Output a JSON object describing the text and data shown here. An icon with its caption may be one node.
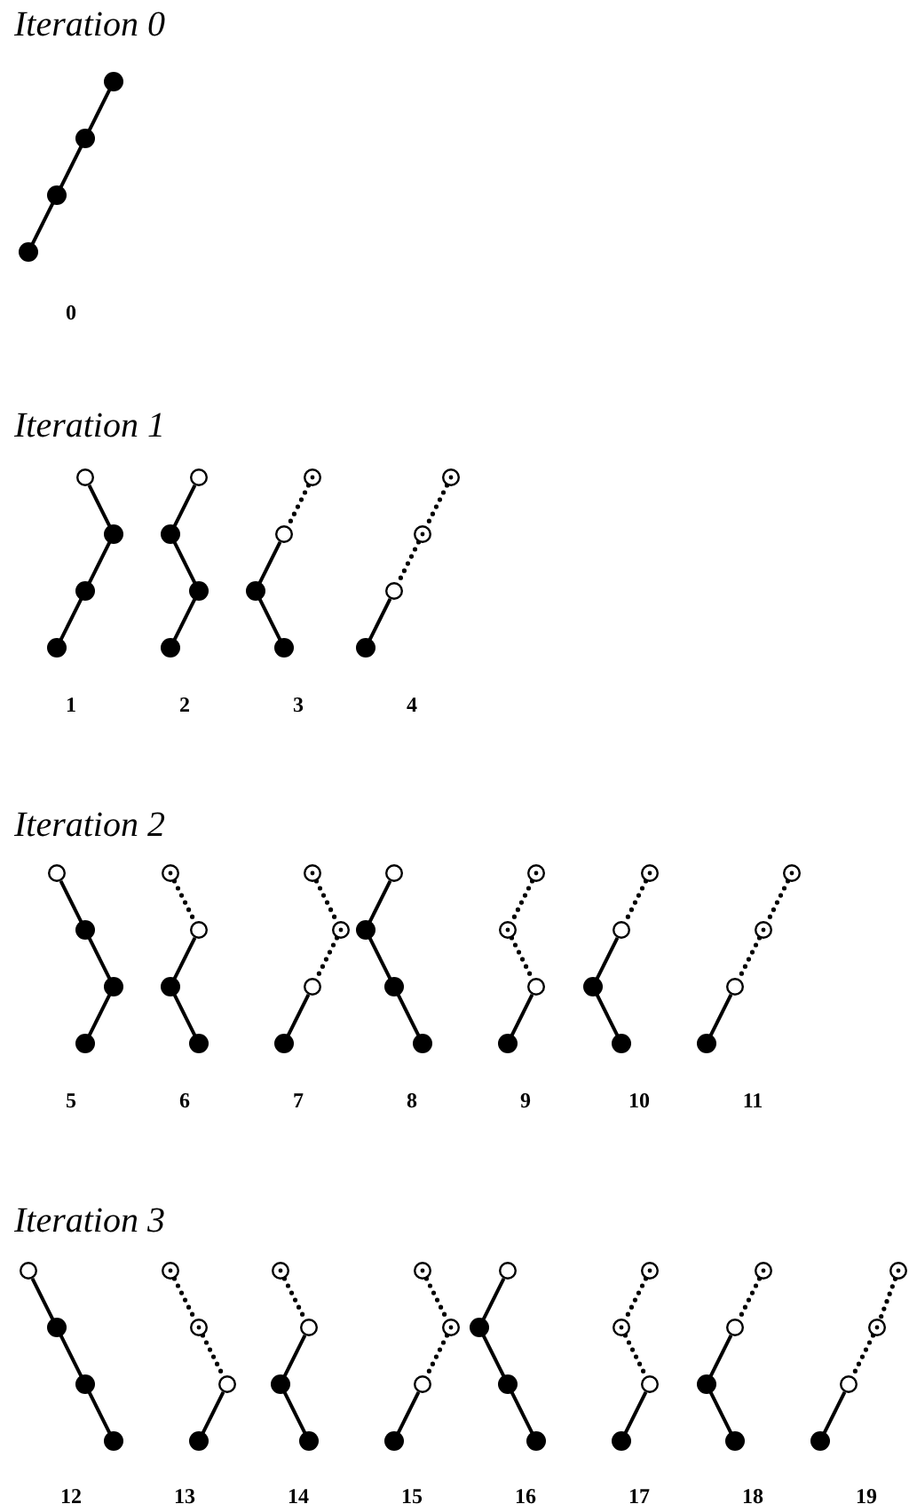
{
  "diagram": {
    "nodes": [
      {
        "text": [],
        "shape": "circle"
      },
      {
        "text": [],
        "shape": "circle"
      },
      {
        "text": [],
        "shape": "circle"
      },
      {
        "text": [],
        "shape": "circle"
      },
      {
        "text": [],
        "shape": "circle"
      },
      {
        "text": [],
        "shape": "circle"
      },
      {
        "text": [],
        "shape": "circle"
      },
      {
        "text": [],
        "shape": "circle"
      },
      {
        "text": [],
        "shape": "circle"
      },
      {
        "text": [],
        "shape": "circle"
      },
      {
        "text": [],
        "shape": "circle"
      },
      {
        "text": [],
        "shape": "circle"
      },
      {
        "text": [],
        "shape": "circle"
      },
      {
        "text": [],
        "shape": "circle"
      },
      {
        "text": [],
        "shape": "circle"
      },
      {
        "text": [],
        "shape": "circle"
      },
      {
        "text": [],
        "shape": "circle"
      },
      {
        "text": [],
        "shape": "circle"
      },
      {
        "text": [],
        "shape": "circle"
      },
      {
        "text": [],
        "shape": "circle"
      },
      {
        "text": [],
        "shape": "circle"
      },
      {
        "text": [],
        "shape": "circle"
      },
      {
        "text": [],
        "shape": "circle"
      },
      {
        "text": [],
        "shape": "circle"
      },
      {
        "text": [],
        "shape": "circle"
      },
      {
        "text": [],
        "shape": "circle"
      },
      {
        "text": [],
        "shape": "circle"
      },
      {
        "text": [],
        "shape": "circle"
      },
      {
        "text": [],
        "shape": "circle"
      },
      {
        "text": [],
        "shape": "circle"
      },
      {
        "text": [],
        "shape": "circle"
      },
      {
        "text": [],
        "shape": "circle"
      },
      {
        "text": [],
        "shape": "circle"
      },
      {
        "text": [],
        "shape": "circle"
      },
      {
        "text": [],
        "shape": "circle"
      },
      {
        "text": [],
        "shape": "circle"
      },
      {
        "text": [],
        "shape": "circle"
      },
      {
        "text": [],
        "shape": "circle"
      },
      {
        "text": [],
        "shape": "circle"
      },
      {
        "text": [],
        "shape": "circle"
      },
      {
        "text": [],
        "shape": "circle"
      },
      {
        "text": [],
        "shape": "circle"
      },
      {
        "text": [],
        "shape": "circle"
      },
      {
        "text": [],
        "shape": "circle"
      },
      {
        "text": [],
        "shape": "circle"
      },
      {
        "text": [],
        "shape": "circle"
      },
      {
        "text": [],
        "shape": "circle"
      },
      {
        "text": [],
        "shape": "circle"
      },
      {
        "text": [],
        "shape": "circle"
      },
      {
        "text": [],
        "shape": "circle"
      },
      {
        "text": [],
        "shape": "circle"
      },
      {
        "text": [],
        "shape": "circle"
      },
      {
        "text": [],
        "shape": "circle"
      },
      {
        "text": [],
        "shape": "circle"
      },
      {
        "text": [],
        "shape": "circle"
      },
      {
        "text": [],
        "shape": "circle"
      },
      {
        "text": [],
        "shape": "circle"
      },
      {
        "text": [],
        "shape": "circle"
      },
      {
        "text": [],
        "shape": "circle"
      },
      {
        "text": [],
        "shape": "circle"
      },
      {
        "text": [],
        "shape": "circle"
      },
      {
        "text": [],
        "shape": "circle"
      },
      {
        "text": [],
        "shape": "circle"
      },
      {
        "text": [],
        "shape": "circle"
      },
      {
        "text": [],
        "shape": "circle"
      },
      {
        "text": [],
        "shape": "circle"
      },
      {
        "text": [],
        "shape": "circle"
      },
      {
        "text": [],
        "shape": "circle"
      },
      {
        "text": [],
        "shape": "circle"
      },
      {
        "text": [],
        "shape": "circle"
      },
      {
        "text": [],
        "shape": "circle"
      },
      {
        "text": [],
        "shape": "circle"
      },
      {
        "text": [],
        "shape": "circle"
      },
      {
        "text": [],
        "shape": "circle"
      },
      {
        "text": [],
        "shape": "circle"
      },
      {
        "text": [],
        "shape": "circle"
      },
      {
        "text": [],
        "shape": "circle"
      },
      {
        "text": [],
        "shape": "circle"
      },
      {
        "text": [],
        "shape": "circle"
      },
      {
        "text": [],
        "shape": "circle"
      }
    ],
    "edges": [
      {
        "from": 0,
        "to": 1,
        "arrow": "none"
      },
      {
        "from": 1,
        "to": 2,
        "arrow": "none"
      },
      {
        "from": 2,
        "to": 3,
        "arrow": "none"
      },
      {
        "from": 4,
        "to": 5,
        "arrow": "none"
      },
      {
        "from": 5,
        "to": 6,
        "arrow": "none"
      },
      {
        "from": 6,
        "to": 7,
        "arrow": "none"
      },
      {
        "from": 8,
        "to": 9,
        "arrow": "none"
      },
      {
        "from": 9,
        "to": 10,
        "arrow": "none"
      },
      {
        "from": 10,
        "to": 11,
        "arrow": "none"
      },
      {
        "from": 12,
        "to": 13,
        "arrow": "none",
        "style": "dashed"
      },
      {
        "from": 13,
        "to": 14,
        "arrow": "none"
      },
      {
        "from": 14,
        "to": 15,
        "arrow": "none"
      },
      {
        "from": 16,
        "to": 17,
        "arrow": "none",
        "style": "dashed"
      },
      {
        "from": 17,
        "to": 18,
        "arrow": "none",
        "style": "dashed"
      },
      {
        "from": 18,
        "to": 19,
        "arrow": "none"
      },
      {
        "from": 20,
        "to": 21,
        "arrow": "none"
      },
      {
        "from": 21,
        "to": 22,
        "arrow": "none"
      },
      {
        "from": 22,
        "to": 23,
        "arrow": "none"
      },
      {
        "from": 24,
        "to": 25,
        "arrow": "none",
        "style": "dashed"
      },
      {
        "from": 25,
        "to": 26,
        "arrow": "none"
      },
      {
        "from": 26,
        "to": 27,
        "arrow": "none"
      },
      {
        "from": 28,
        "to": 29,
        "arrow": "none",
        "style": "dashed"
      },
      {
        "from": 29,
        "to": 30,
        "arrow": "none",
        "style": "dashed"
      },
      {
        "from": 30,
        "to": 31,
        "arrow": "none"
      },
      {
        "from": 32,
        "to": 33,
        "arrow": "none"
      },
      {
        "from": 33,
        "to": 34,
        "arrow": "none"
      },
      {
        "from": 34,
        "to": 35,
        "arrow": "none"
      },
      {
        "from": 36,
        "to": 37,
        "arrow": "none",
        "style": "dashed"
      },
      {
        "from": 37,
        "to": 38,
        "arrow": "none",
        "style": "dashed"
      },
      {
        "from": 38,
        "to": 39,
        "arrow": "none"
      },
      {
        "from": 40,
        "to": 41,
        "arrow": "none",
        "style": "dashed"
      },
      {
        "from": 41,
        "to": 42,
        "arrow": "none"
      },
      {
        "from": 42,
        "to": 43,
        "arrow": "none"
      },
      {
        "from": 44,
        "to": 45,
        "arrow": "none",
        "style": "dashed"
      },
      {
        "from": 45,
        "to": 46,
        "arrow": "none",
        "style": "dashed"
      },
      {
        "from": 46,
        "to": 47,
        "arrow": "none"
      },
      {
        "from": 48,
        "to": 49,
        "arrow": "none"
      },
      {
        "from": 49,
        "to": 50,
        "arrow": "none"
      },
      {
        "from": 50,
        "to": 51,
        "arrow": "none"
      },
      {
        "from": 52,
        "to": 53,
        "arrow": "none",
        "style": "dashed"
      },
      {
        "from": 53,
        "to": 54,
        "arrow": "none",
        "style": "dashed"
      },
      {
        "from": 54,
        "to": 55,
        "arrow": "none"
      },
      {
        "from": 56,
        "to": 57,
        "arrow": "none",
        "style": "dashed"
      },
      {
        "from": 57,
        "to": 58,
        "arrow": "none"
      },
      {
        "from": 58,
        "to": 59,
        "arrow": "none"
      },
      {
        "from": 60,
        "to": 61,
        "arrow": "none",
        "style": "dashed"
      },
      {
        "from": 61,
        "to": 62,
        "arrow": "none",
        "style": "dashed"
      },
      {
        "from": 62,
        "to": 63,
        "arrow": "none"
      },
      {
        "from": 64,
        "to": 65,
        "arrow": "none"
      },
      {
        "from": 65,
        "to": 66,
        "arrow": "none"
      },
      {
        "from": 66,
        "to": 67,
        "arrow": "none"
      },
      {
        "from": 68,
        "to": 69,
        "arrow": "none",
        "style": "dashed"
      },
      {
        "from": 69,
        "to": 70,
        "arrow": "none",
        "style": "dashed"
      },
      {
        "from": 70,
        "to": 71,
        "arrow": "none"
      },
      {
        "from": 72,
        "to": 73,
        "arrow": "none",
        "style": "dashed"
      },
      {
        "from": 73,
        "to": 74,
        "arrow": "none"
      },
      {
        "from": 74,
        "to": 75,
        "arrow": "none"
      },
      {
        "from": 76,
        "to": 77,
        "arrow": "none",
        "style": "dashed"
      },
      {
        "from": 77,
        "to": 78,
        "arrow": "none",
        "style": "dashed"
      },
      {
        "from": 78,
        "to": 79,
        "arrow": "none"
      }
    ],
    "labels": [
      "Iteration 0",
      "0",
      "Iteration 1",
      "1",
      "2",
      "3",
      "4",
      "Iteration 2",
      "5",
      "6",
      "7",
      "8",
      "9",
      "10",
      "11",
      "Iteration 3",
      "12",
      "13",
      "14",
      "15",
      "16",
      "17",
      "18",
      "19"
    ]
  }
}
